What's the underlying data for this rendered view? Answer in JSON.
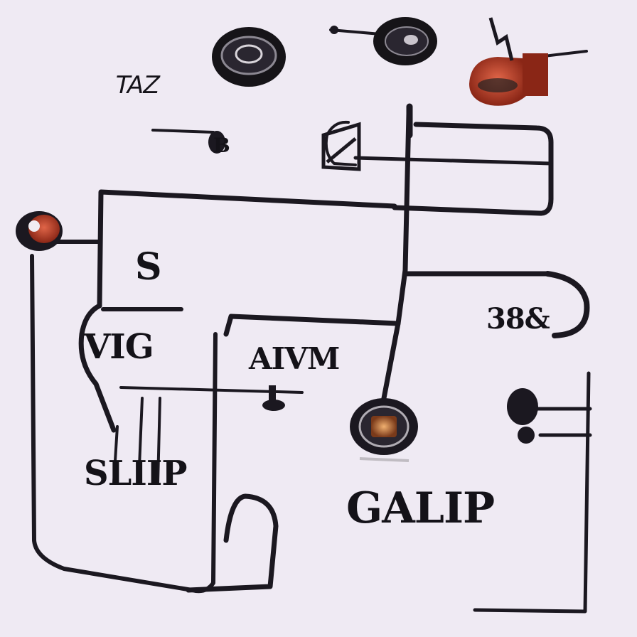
{
  "diagram": {
    "background": "#efeaf3",
    "wire_color": "#1b1820",
    "labels": {
      "top_left": "TAZ",
      "small_b": "B",
      "s_label": "S",
      "vio_label": "VIG",
      "avm_label": "AIVM",
      "right_label": "38&",
      "bottom_left": "SLIIP",
      "bottom_right": "GALIP"
    },
    "components": {
      "knob_top_left": "round-knob-icon",
      "knob_top_center": "round-knob-icon",
      "motor_top_right": "red-motor-icon",
      "red_knob_left": "red-knob-icon",
      "gauge_center": "gauge-icon",
      "small_knob_right": "knob-icon"
    }
  }
}
